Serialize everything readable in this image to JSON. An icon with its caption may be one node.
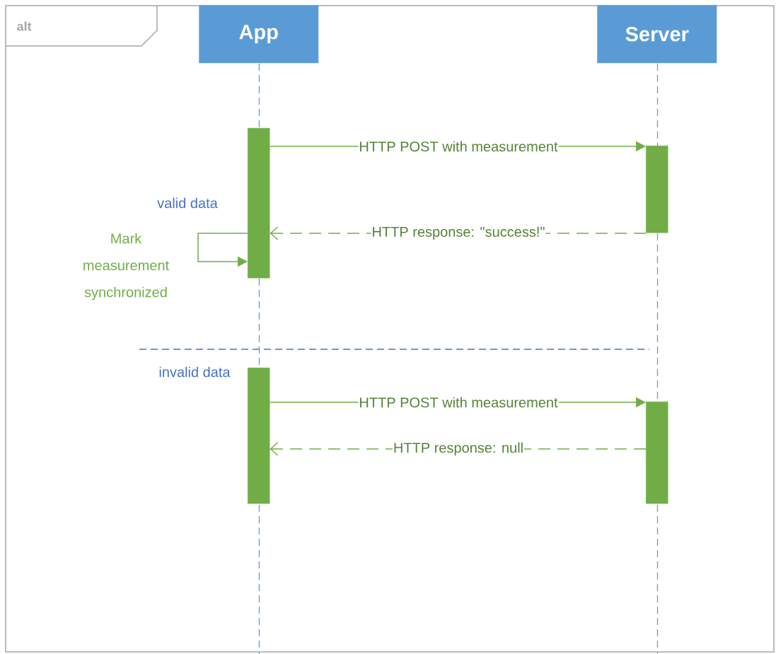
{
  "diagram": {
    "nodes": [
      {
        "text": [
          "alt"
        ]
      },
      {
        "text": [
          "App"
        ],
        "in": 0
      },
      {
        "text": [
          "Server"
        ],
        "in": 0
      },
      {
        "text": [],
        "shape": "bar",
        "in": 0
      },
      {
        "text": [],
        "shape": "bar",
        "in": 0
      },
      {
        "text": [],
        "shape": "bar",
        "in": 0
      },
      {
        "text": [],
        "shape": "bar",
        "in": 0
      }
    ],
    "edges": [
      {
        "from": 3,
        "to": 4,
        "arrow": "to",
        "label": "HTTP POST with measurement"
      },
      {
        "from": 4,
        "to": 3,
        "arrow": "to",
        "style": "dashed",
        "label": "HTTP response: \"success!\""
      },
      {
        "from": 3,
        "to": 3,
        "arrow": "to",
        "label": "Mark measurement synchronized"
      },
      {
        "from": 5,
        "to": 6,
        "arrow": "to",
        "label": "HTTP POST with measurement"
      },
      {
        "from": 6,
        "to": 5,
        "arrow": "to",
        "style": "dashed",
        "label": "HTTP response: null"
      }
    ],
    "labels": [
      "valid data",
      "invalid data"
    ]
  }
}
